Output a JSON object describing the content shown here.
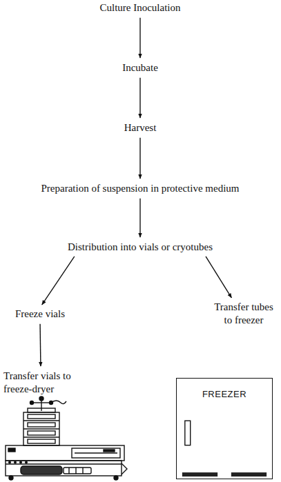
{
  "diagram": {
    "nodes": [
      {
        "text": [
          "Culture Inoculation"
        ]
      },
      {
        "text": [
          "Incubate"
        ]
      },
      {
        "text": [
          "Harvest"
        ]
      },
      {
        "text": [
          "Preparation of suspension in protective medium"
        ]
      },
      {
        "text": [
          "Distribution into vials or cryotubes"
        ]
      },
      {
        "text": [
          "Freeze vials"
        ]
      },
      {
        "text": [
          "Transfer tubes to freezer"
        ]
      },
      {
        "text": [
          "Transfer vials to freeze-dryer"
        ]
      },
      {
        "text": [
          "FREEZER"
        ]
      }
    ],
    "edges": [
      {
        "from": 0,
        "to": 1,
        "arrow": "to"
      },
      {
        "from": 1,
        "to": 2,
        "arrow": "to"
      },
      {
        "from": 2,
        "to": 3,
        "arrow": "to"
      },
      {
        "from": 3,
        "to": 4,
        "arrow": "to"
      },
      {
        "from": 4,
        "to": 5,
        "arrow": "to"
      },
      {
        "from": 4,
        "to": 6,
        "arrow": "to"
      },
      {
        "from": 5,
        "to": 7,
        "arrow": "to"
      }
    ]
  }
}
